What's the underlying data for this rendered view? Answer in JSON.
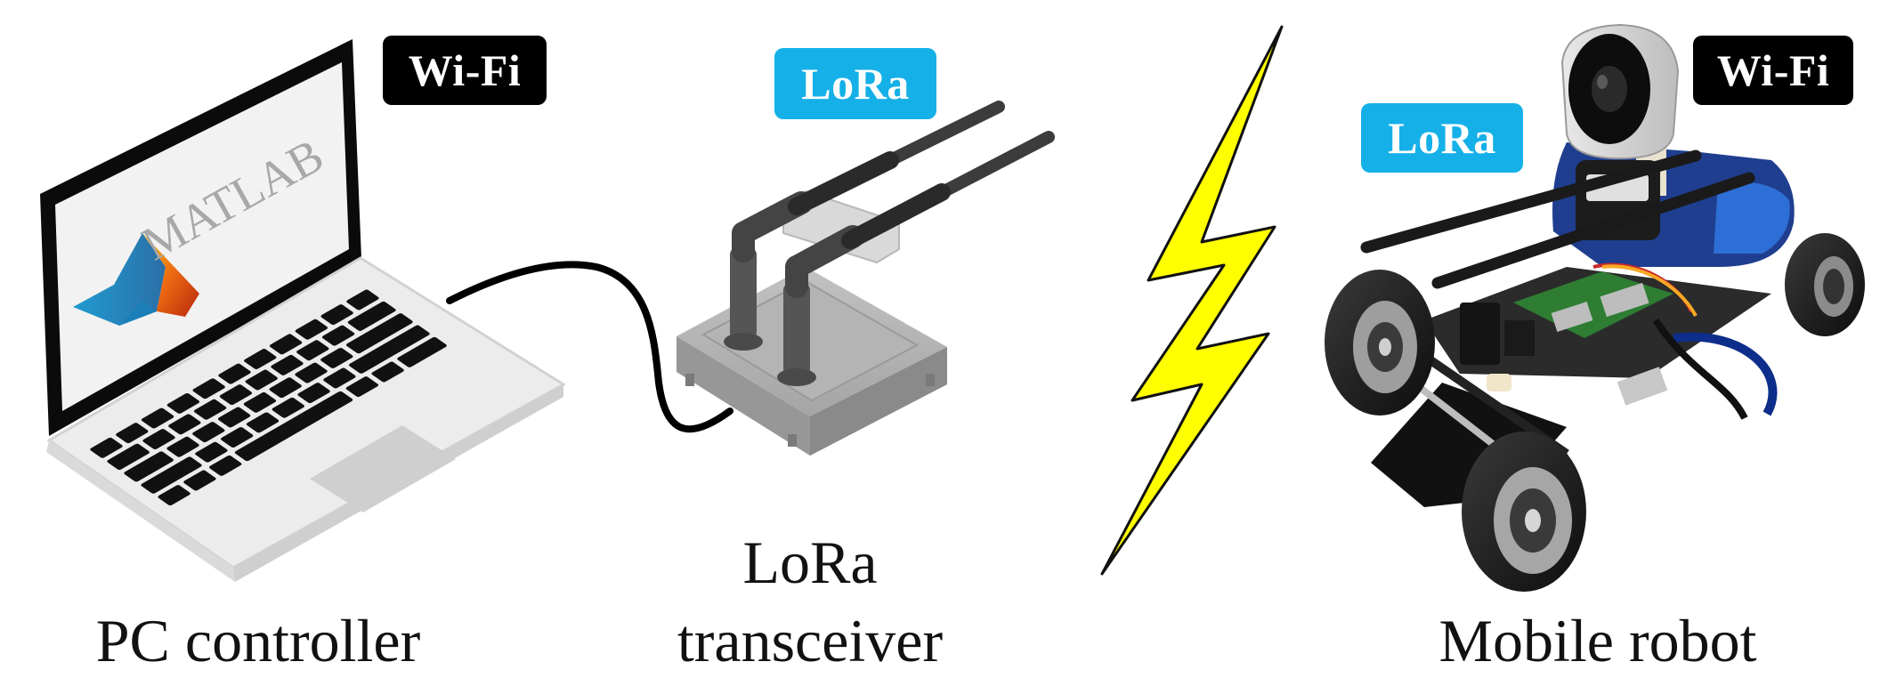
{
  "labels": {
    "pc_controller": "PC controller",
    "lora_transceiver_line1": "LoRa",
    "lora_transceiver_line2": "transceiver",
    "mobile_robot": "Mobile robot"
  },
  "badges": {
    "laptop_wifi": "Wi-Fi",
    "transceiver_lora": "LoRa",
    "robot_lora": "LoRa",
    "robot_wifi": "Wi-Fi"
  },
  "screen": {
    "app_name": "MATLAB"
  },
  "icons": {
    "laptop": "laptop-icon",
    "matlab_logo": "matlab-logo-icon",
    "usb_cable": "cable-icon",
    "transceiver": "lora-transceiver-icon",
    "wireless_link": "lightning-bolt-icon",
    "robot": "mobile-robot-icon"
  },
  "colors": {
    "lora_badge": "#15b0e8",
    "wifi_badge": "#000000",
    "lightning_fill": "#ffff00",
    "transceiver_body": "#a8a8a8"
  }
}
